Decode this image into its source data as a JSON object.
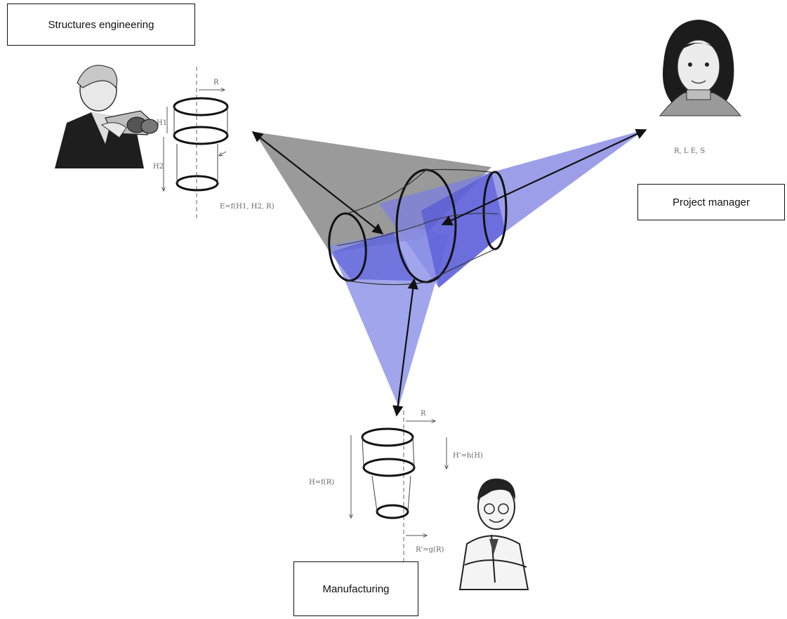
{
  "roles": {
    "structures_engineering": "Structures engineering",
    "project_manager": "Project manager",
    "manufacturing": "Manufacturing"
  },
  "structures_sketch": {
    "r_label": "R",
    "h1_label": "H1",
    "h2_label": "H2",
    "formula": "E=f(H1, H2, R)"
  },
  "project_manager_sketch": {
    "params": "R, L E, S"
  },
  "manufacturing_sketch": {
    "r_label": "R",
    "h_formula": "H=f(R)",
    "h_prime_formula": "H'=h(H)",
    "r_prime_formula": "R'=g(R)"
  },
  "colors": {
    "grey_plane": "#8f8f8f",
    "blue_plane": "#7b7fe0",
    "dark_blue": "#4b4fd4"
  }
}
